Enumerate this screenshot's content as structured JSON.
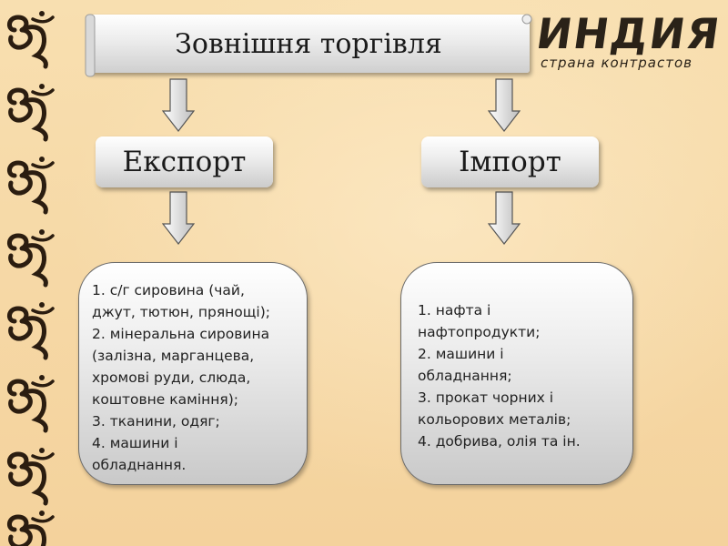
{
  "slide": {
    "title": "Зовнішня торгівля",
    "logo": {
      "main": "ИНДИЯ",
      "sub": "страна  контрастов"
    },
    "export": {
      "heading": "Експорт",
      "lines": [
        "1. с/г сировина (чай,",
        "джут, тютюн, прянощі);",
        "2. мінеральна сировина",
        "(залізна, марганцева,",
        "хромові руди, слюда,",
        "коштовне каміння);",
        "3. тканини, одяг;",
        "4. машини і",
        "обладнання."
      ]
    },
    "import": {
      "heading": "Імпорт",
      "lines": [
        "1. нафта і",
        "нафтопродукти;",
        "2. машини і",
        "обладнання;",
        "3. прокат чорних і",
        "кольорових металів;",
        "4. добрива, олія та ін."
      ]
    },
    "decor": {
      "side_symbol": "om-symbol",
      "arrow_icon": "down-arrow-icon"
    }
  }
}
